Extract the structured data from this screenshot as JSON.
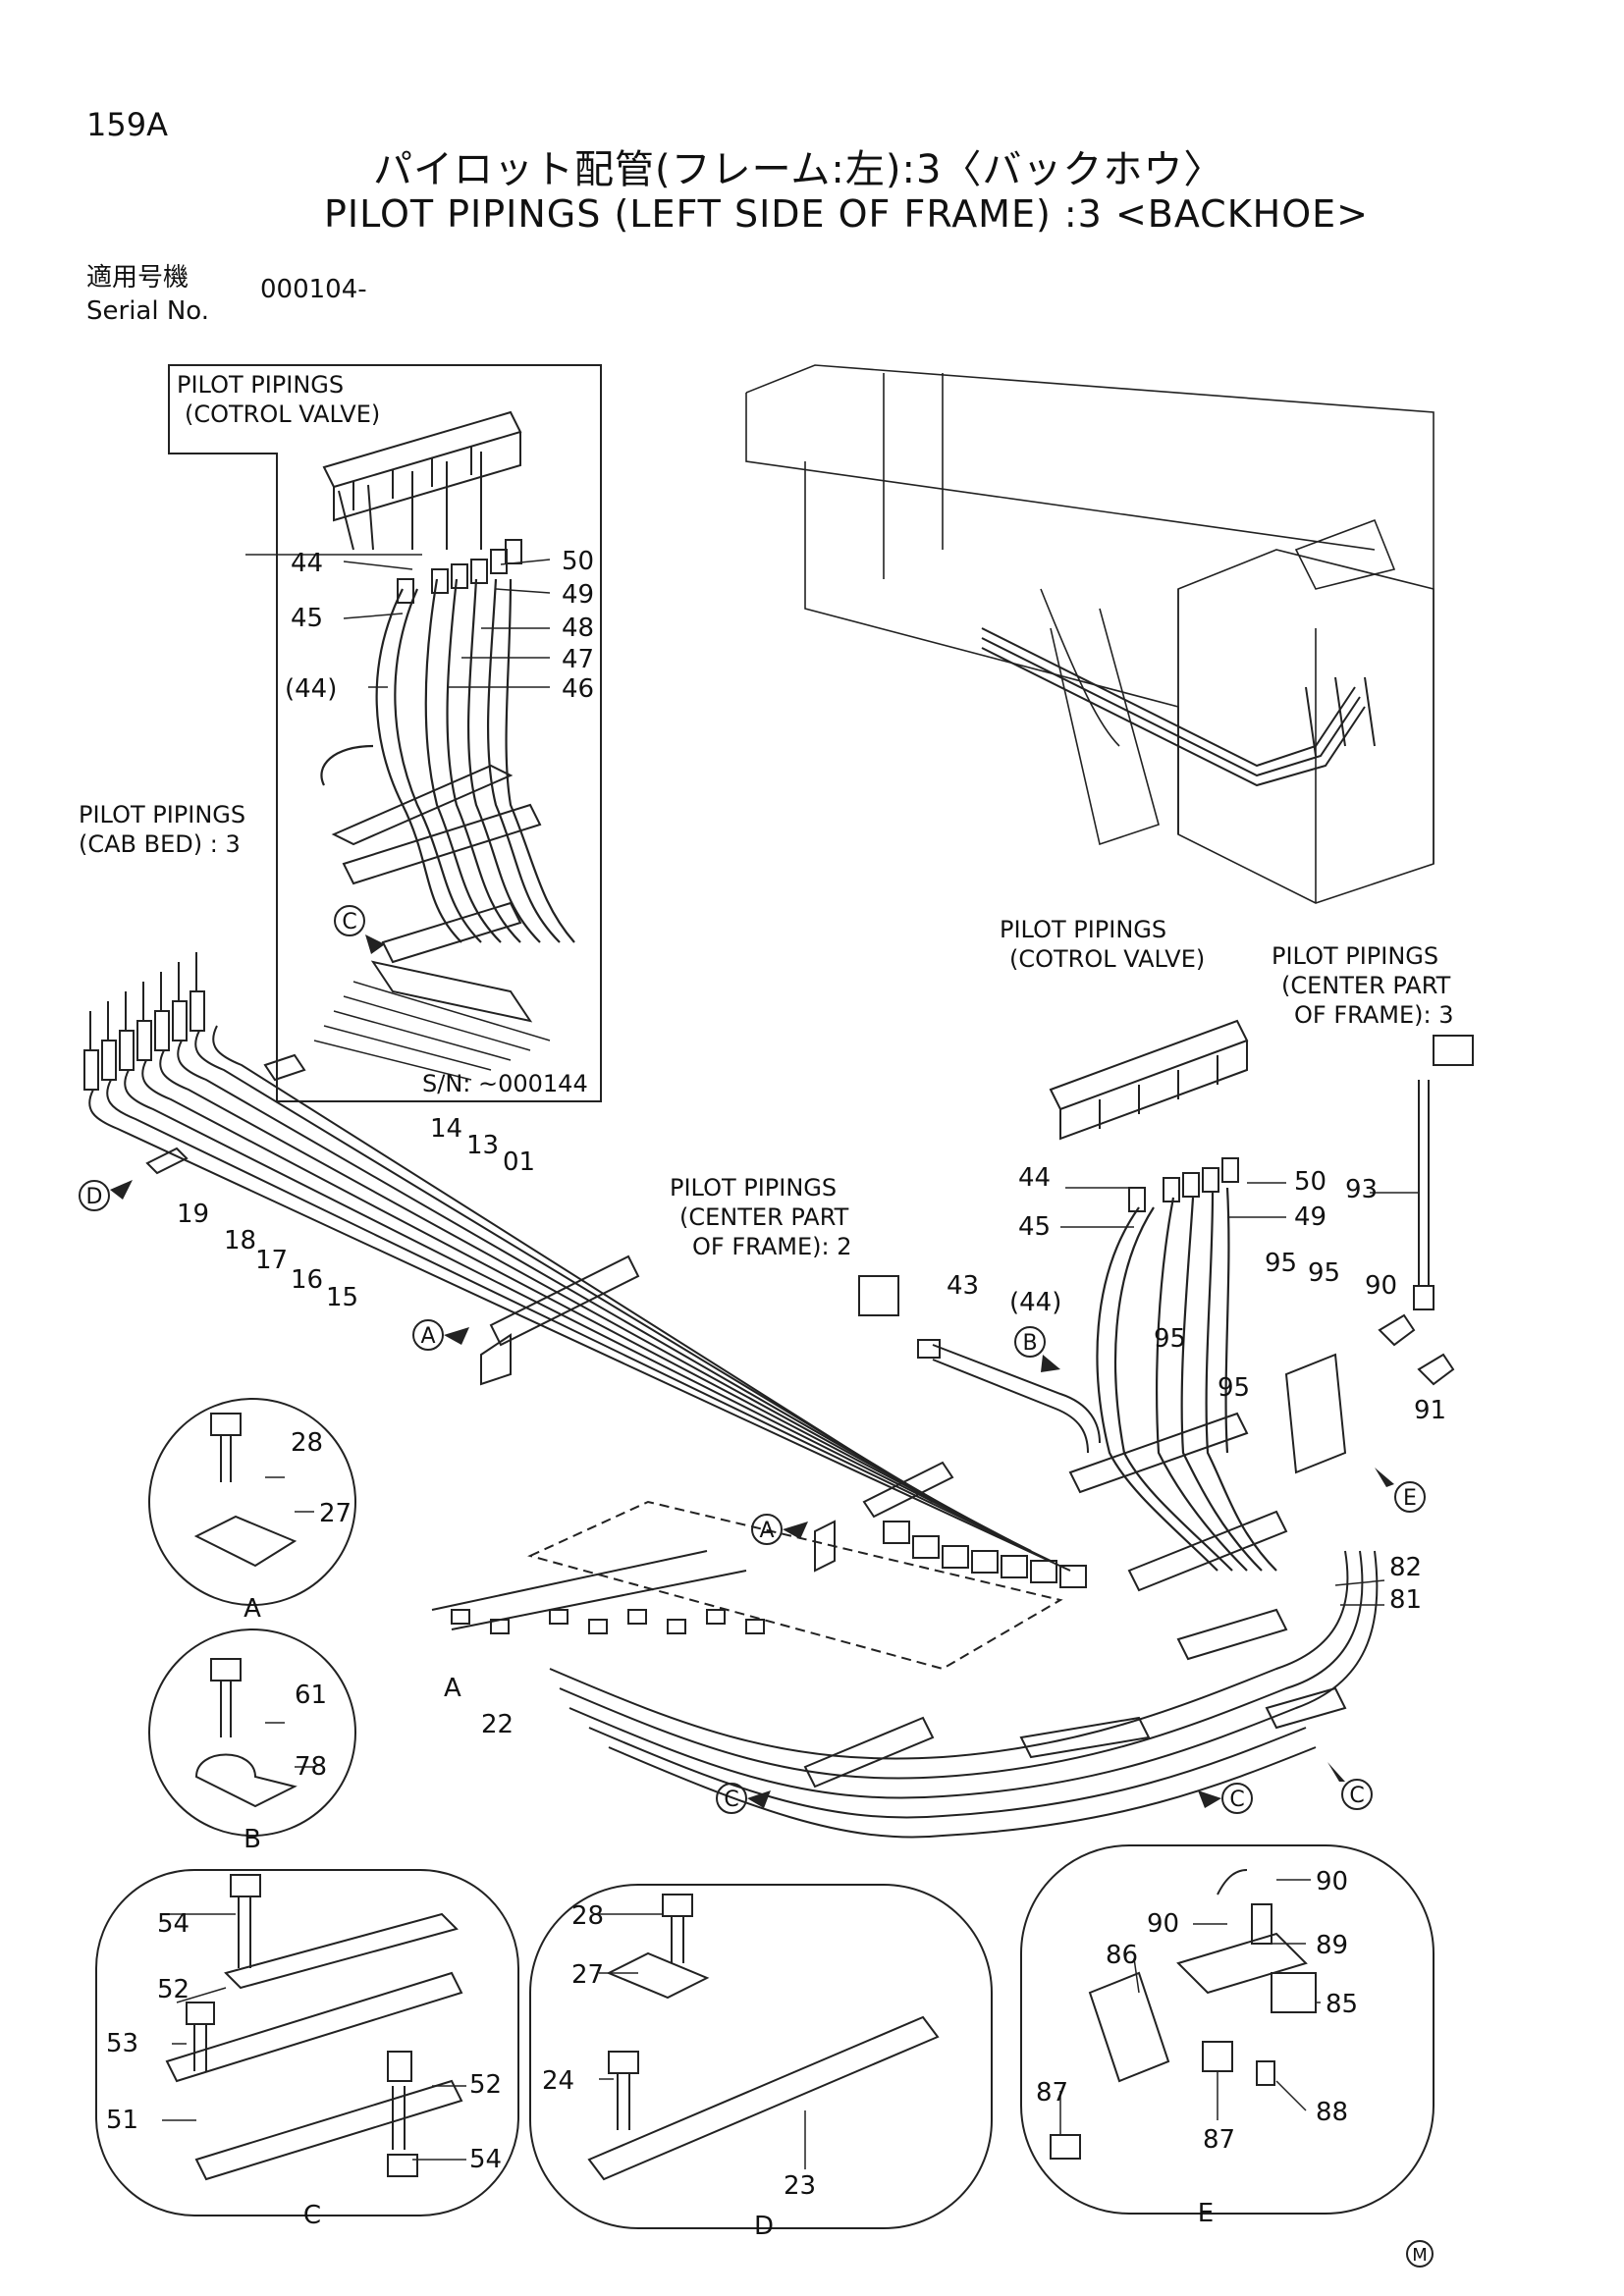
{
  "header": {
    "page_number": "159A",
    "title_jp": "パイロット配管(フレーム:左):3〈バックホウ〉",
    "title_en": "PILOT PIPINGS (LEFT SIDE OF FRAME) :3 <BACKHOE>",
    "serial_label_jp": "適用号機",
    "serial_label_en": "Serial No.",
    "serial_value": "000104-"
  },
  "labels": {
    "inset_cv_title_1": "PILOT PIPINGS",
    "inset_cv_title_2": "(COTROL VALVE)",
    "inset_sn": "S/N: ~000144",
    "cab_bed_1": "PILOT PIPINGS",
    "cab_bed_2": "(CAB BED) : 3",
    "cv_main_1": "PILOT PIPINGS",
    "cv_main_2": "(COTROL VALVE)",
    "center3_1": "PILOT PIPINGS",
    "center3_2": "(CENTER PART",
    "center3_3": "OF FRAME): 3",
    "center2_1": "PILOT PIPINGS",
    "center2_2": "(CENTER PART",
    "center2_3": "OF FRAME): 2",
    "mark_m": "M"
  },
  "callouts": {
    "i44": "44",
    "i45": "45",
    "i44p": "(44)",
    "i50": "50",
    "i49": "49",
    "i48": "48",
    "i47": "47",
    "i46": "46",
    "n14": "14",
    "n13": "13",
    "n01": "01",
    "n19": "19",
    "n18": "18",
    "n17": "17",
    "n16": "16",
    "n15": "15",
    "n43": "43",
    "m44": "44",
    "m45": "45",
    "m44p": "(44)",
    "m50": "50",
    "m49": "49",
    "n93": "93",
    "n95a": "95",
    "n95b": "95",
    "n95c": "95",
    "n95d": "95",
    "n90": "90",
    "n91": "91",
    "n82": "82",
    "n81": "81",
    "n22": "22",
    "lblA": "A",
    "a28": "28",
    "a27": "27",
    "b61": "61",
    "b78": "78",
    "c54a": "54",
    "c52a": "52",
    "c53": "53",
    "c51": "51",
    "c52b": "52",
    "c54b": "54",
    "d28": "28",
    "d27": "27",
    "d24": "24",
    "d23": "23",
    "e90a": "90",
    "e90b": "90",
    "e89": "89",
    "e86": "86",
    "e85": "85",
    "e87a": "87",
    "e87b": "87",
    "e88": "88"
  },
  "markers": {
    "C1": "C",
    "D1": "D",
    "A1": "A",
    "B1": "B",
    "A2": "A",
    "E1": "E",
    "C2": "C",
    "C3": "C",
    "C4": "C"
  },
  "detail_names": {
    "A": "A",
    "B": "B",
    "C": "C",
    "D": "D",
    "E": "E"
  }
}
